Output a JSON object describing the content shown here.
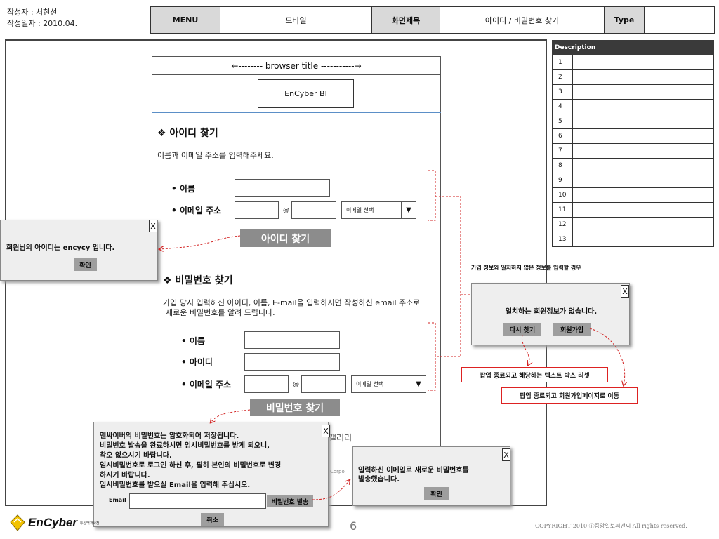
{
  "meta": {
    "author": "작성자 : 서현선",
    "date": "작성일자 : 2010.04."
  },
  "header": {
    "menu_label": "MENU",
    "menu_value": "모바일",
    "screen_label": "화면제목",
    "screen_value": "아이디 / 비밀번호 찾기",
    "type_label": "Type",
    "type_value": ""
  },
  "description": {
    "title": "Description",
    "rows": [
      "1",
      "2",
      "3",
      "4",
      "5",
      "6",
      "7",
      "8",
      "9",
      "10",
      "11",
      "12",
      "13"
    ]
  },
  "phone": {
    "browser_title": "←-------- browser title -----------→",
    "bi": "EnCyber BI",
    "find_id": {
      "title": "❖ 아이디  찾기",
      "instruction": "이름과 이메일 주소를 입력해주세요.",
      "name_label": "• 이름",
      "email_label": "• 이메일 주소",
      "at": "@",
      "email_select": "이메일 선택",
      "button": "아이디 찾기"
    },
    "find_pw": {
      "title": "❖ 비밀번호  찾기",
      "instruction1": "가입 당시 입력하신 아이디, 이름, E-mail을 입력하시면 작성하신 email 주소로",
      "instruction2": "새로운 비밀번호를 알려 드립니다.",
      "name_label": "• 이름",
      "id_label": "• 아이디",
      "email_label": "• 이메일 주소",
      "at": "@",
      "email_select": "이메일 선택",
      "button": "비밀번호 찾기"
    },
    "gallery": "갤러리",
    "corpo": "Corpo"
  },
  "popup_id": {
    "close": "X",
    "message": "회원님의 아이디는 encycy 입니다.",
    "ok": "확인"
  },
  "popup_nomatch": {
    "caption": "가입 정보와 일치하지 않은 정보를 입력할 경우",
    "close": "X",
    "message": "일치하는 회원정보가 없습니다.",
    "retry": "다시 찾기",
    "join": "회원가입"
  },
  "notes": {
    "reset": "팝업 종료되고 해당하는 텍스트 박스 리셋",
    "join_page": "팝업 종료되고 회원가입페이지로 이동"
  },
  "popup_pw": {
    "close": "X",
    "line1": "엔싸이버의 비밀번호는 암호화되어 저장됩니다.",
    "line2": "비밀번호 발송을 완료하시면 임시비밀번호를 받게 되오니,",
    "line3": "착오 없으시기 바랍니다.",
    "line4": "임시비밀번호로 로그인 하신 후, 필히 본인의 비밀번호로 변경",
    "line5": "하시기 바랍니다.",
    "line6": "임시비밀번호를 받으실 Email을 입력해 주십시오.",
    "email_label": "Email",
    "send": "비밀번호 발송",
    "cancel": "취소"
  },
  "popup_sent": {
    "close": "X",
    "line1": "입력하신 이메일로 새로운 비밀번호를",
    "line2": "발송했습니다.",
    "ok": "확인"
  },
  "footer": {
    "logo": "EnCyber",
    "logo_sub": "두산백과사전",
    "page": "6",
    "copyright": "COPYRIGHT 2010 ⓙ중앙일보씨앤씨 All rights reserved."
  },
  "colors": {
    "accent_red": "#d22222",
    "button_gray": "#8c8c8c",
    "logo_yellow": "#f2c200"
  }
}
